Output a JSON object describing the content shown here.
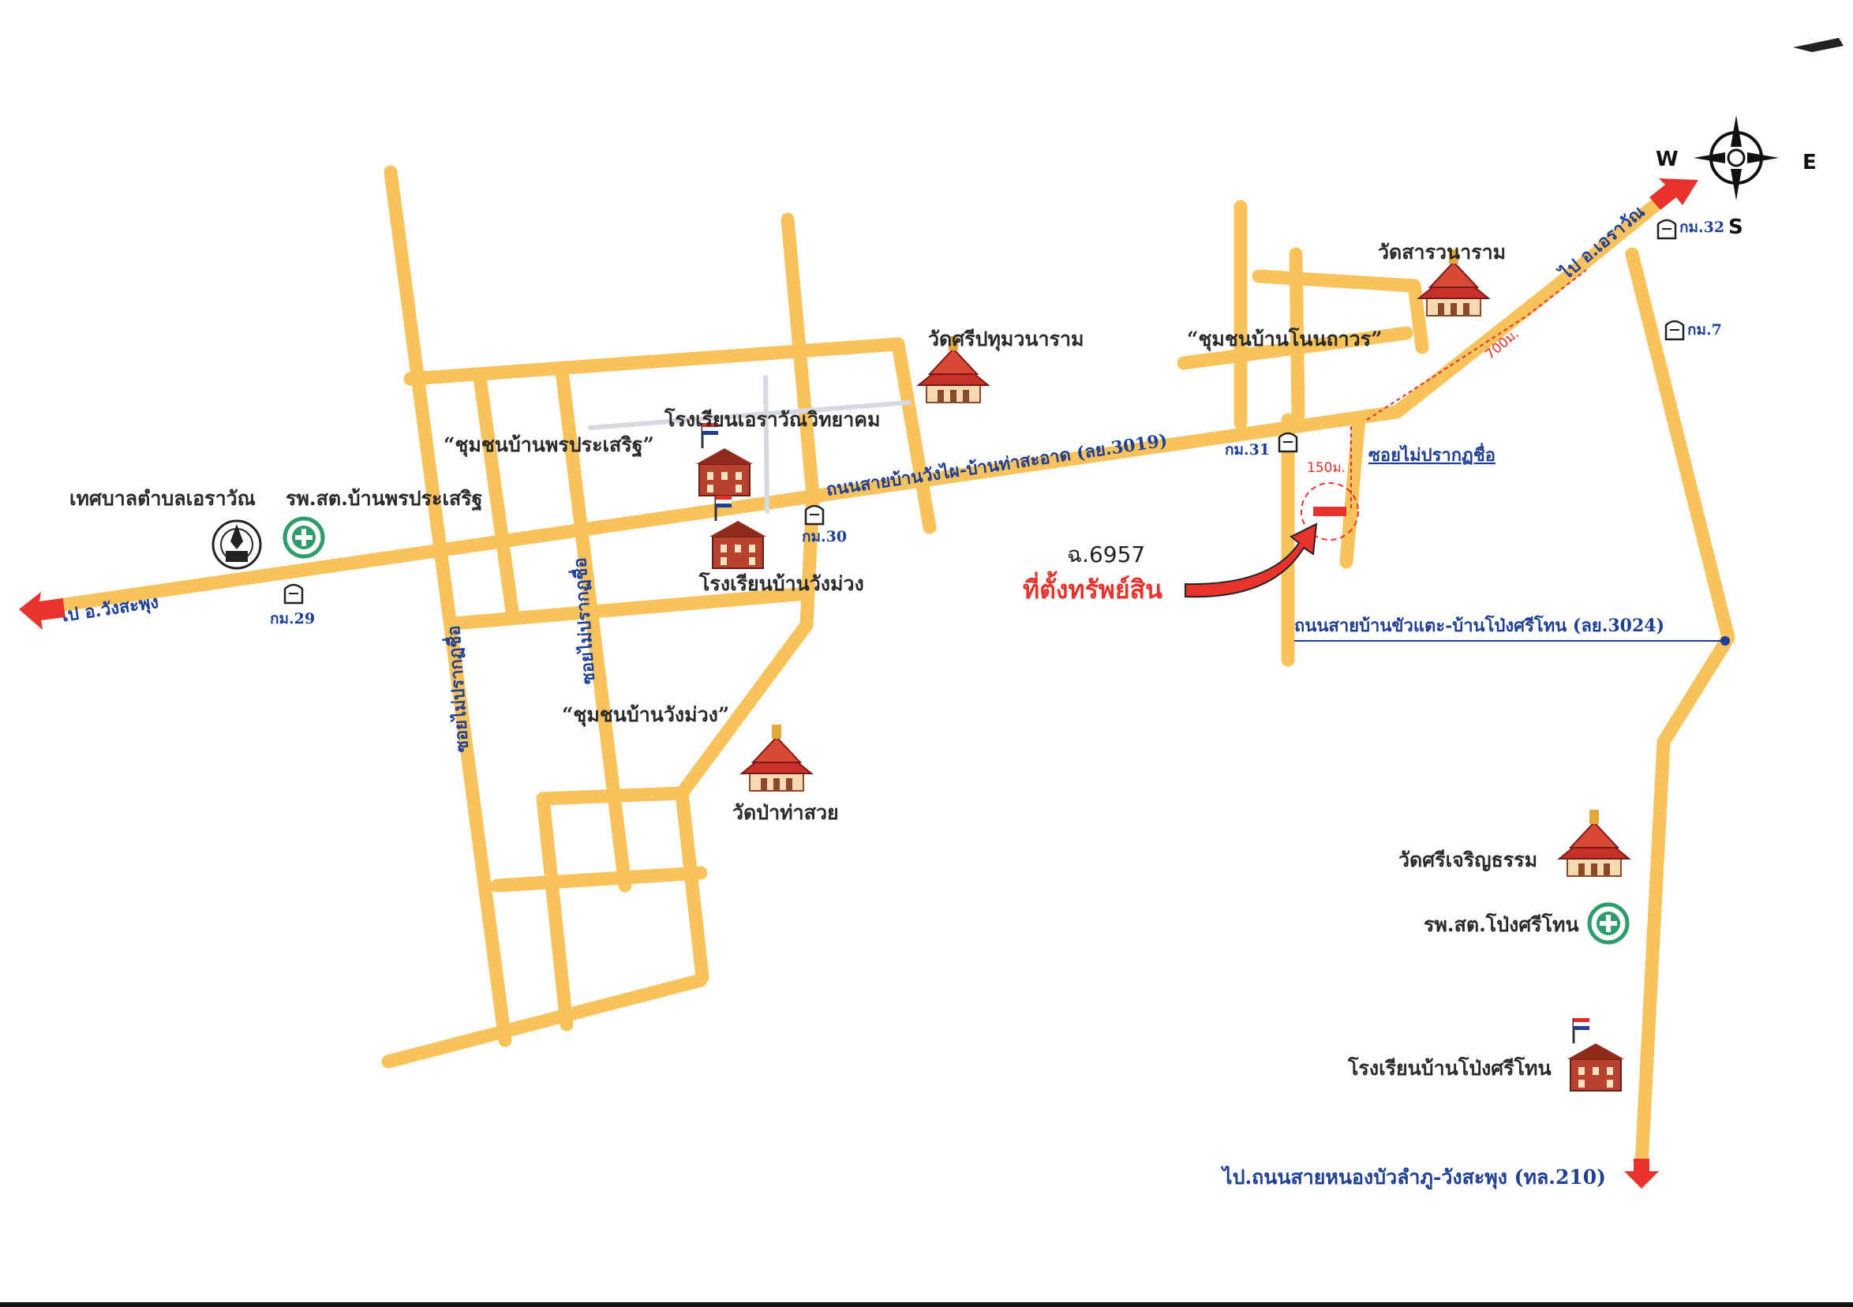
{
  "colors": {
    "road": "#f8c35c",
    "lane": "#d6d9e0",
    "label_dark": "#2a2a2a",
    "label_blue": "#1f3f95",
    "marker_red": "#e8322c",
    "temple_roof": "#c8302a",
    "hospital_green": "#2f9c6b"
  },
  "compass": {
    "w": "W",
    "e": "E",
    "s": "S"
  },
  "directions": {
    "to_wang_saphung": "ไป อ.วังสะพุง",
    "to_erawan": "ไป อ.เอราวัณ",
    "to_highway_210": "ไป.ถนนสายหนองบัวลำภู-วังสะพุง (ทล.210)"
  },
  "roads": {
    "main_3019": "ถนนสายบ้านวังไผ-บ้านท่าสะอาด (ลย.3019)",
    "road_3024": "ถนนสายบ้านขัวแตะ-บ้านโป่งศรีโทน (ลย.3024)",
    "unnamed_soi": "ซอยไม่ปรากฏชื่อ",
    "soi_left": "ซอยไม่ปรากฏชื่อ",
    "soi_mid": "ซอยไม่ปรากฏชื่อ"
  },
  "km_posts": {
    "km29": "กม.29",
    "km30": "กม.30",
    "km31": "กม.31",
    "km32": "กม.32",
    "km7": "กม.7"
  },
  "distances": {
    "d150": "150ม.",
    "d700": "700ม."
  },
  "places": {
    "municipality": "เทศบาลตำบลเอราวัณ",
    "hospital_pornprasert": "รพ.สต.บ้านพรประเสริฐ",
    "community_pornprasert": "“ชุมชนบ้านพรประเสริฐ”",
    "school_erawan": "โรงเรียนเอราวัณวิทยาคม",
    "school_wangmuang": "โรงเรียนบ้านวังม่วง",
    "community_wangmuang": "“ชุมชนบ้านวังม่วง”",
    "wat_pa_tha_suai": "วัดป่าท่าสวย",
    "wat_sri_pathum": "วัดศรีปทุมวนาราม",
    "wat_sarawanaram": "วัดสารวนาราม",
    "community_nonthawon": "“ชุมชนบ้านโนนถาวร”",
    "wat_sri_charoen": "วัดศรีเจริญธรรม",
    "hospital_pongsrithon": "รพ.สต.โป่งศรีโทน",
    "school_pongsrithon": "โรงเรียนบ้านโป่งศรีโทน"
  },
  "property": {
    "plate": "ฉ.6957",
    "label": "ที่ตั้งทรัพย์สิน"
  },
  "icons": {
    "temple": "temple-icon",
    "school": "school-icon",
    "hospital": "hospital-icon",
    "seal": "seal-icon",
    "km_post": "km-post-icon",
    "compass": "compass-icon"
  }
}
